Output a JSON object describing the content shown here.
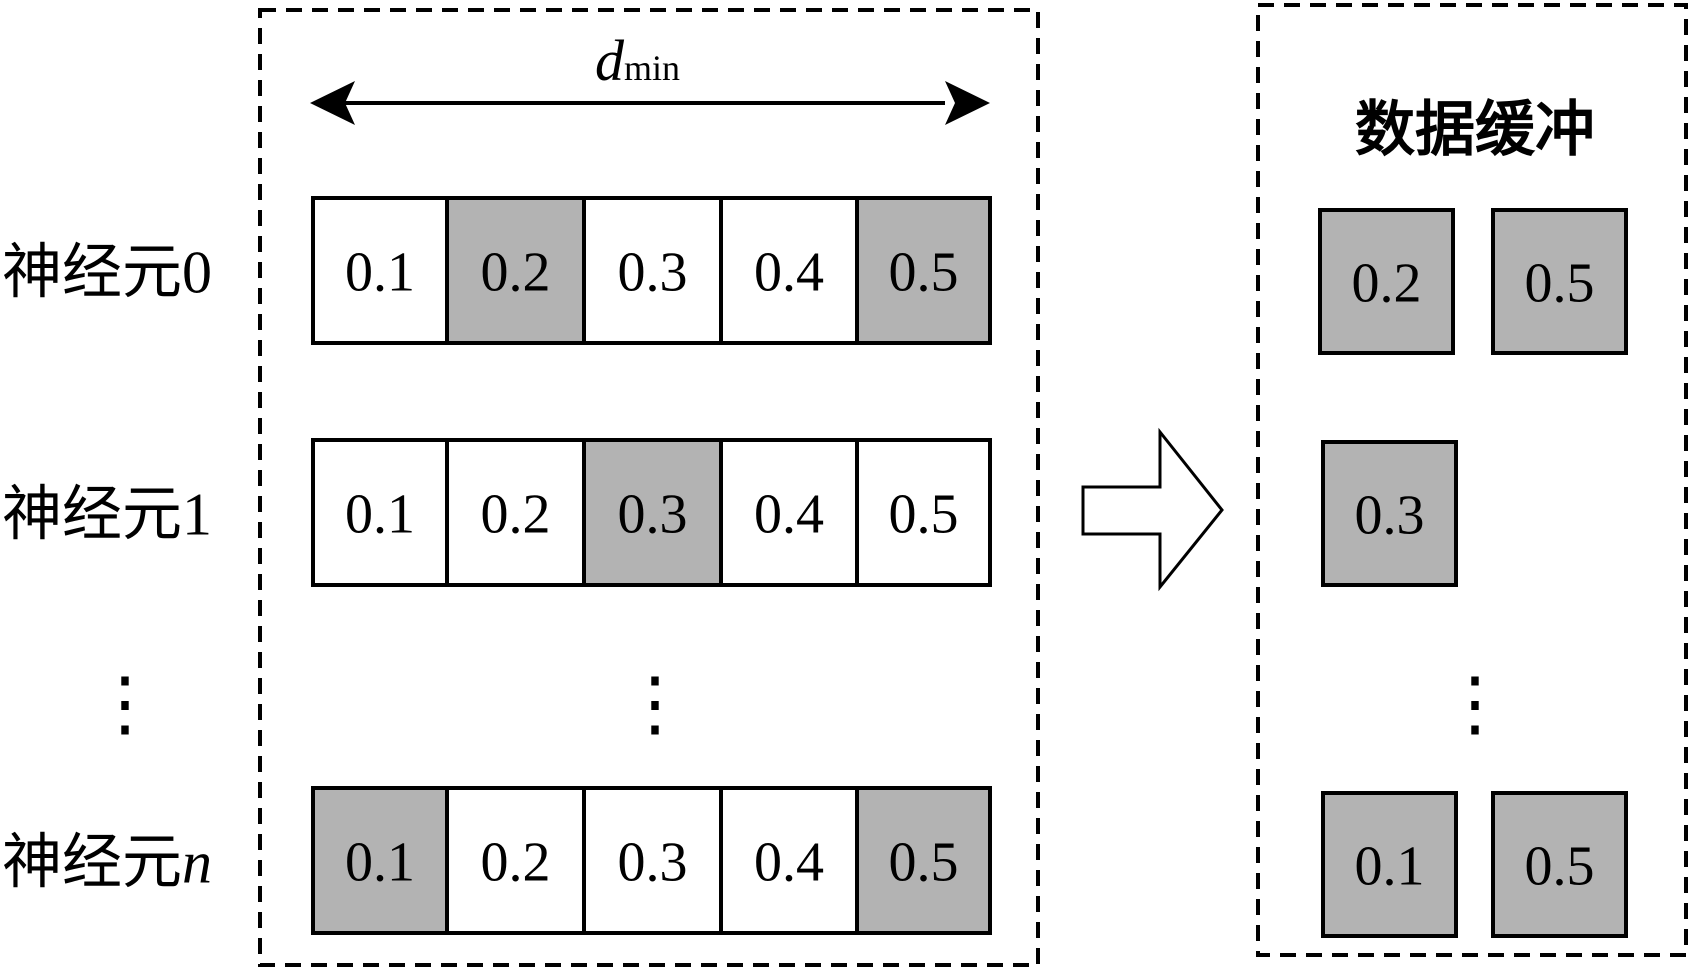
{
  "dmin_label": {
    "base": "d",
    "sub": "min"
  },
  "neurons": [
    {
      "label": "神经元",
      "index": "0",
      "index_italic": false,
      "cells": [
        {
          "value": "0.1",
          "highlighted": false
        },
        {
          "value": "0.2",
          "highlighted": true
        },
        {
          "value": "0.3",
          "highlighted": false
        },
        {
          "value": "0.4",
          "highlighted": false
        },
        {
          "value": "0.5",
          "highlighted": true
        }
      ]
    },
    {
      "label": "神经元",
      "index": "1",
      "index_italic": false,
      "cells": [
        {
          "value": "0.1",
          "highlighted": false
        },
        {
          "value": "0.2",
          "highlighted": false
        },
        {
          "value": "0.3",
          "highlighted": true
        },
        {
          "value": "0.4",
          "highlighted": false
        },
        {
          "value": "0.5",
          "highlighted": false
        }
      ]
    },
    {
      "label": "神经元",
      "index": "n",
      "index_italic": true,
      "cells": [
        {
          "value": "0.1",
          "highlighted": true
        },
        {
          "value": "0.2",
          "highlighted": false
        },
        {
          "value": "0.3",
          "highlighted": false
        },
        {
          "value": "0.4",
          "highlighted": false
        },
        {
          "value": "0.5",
          "highlighted": true
        }
      ]
    }
  ],
  "buffer": {
    "title": "数据缓冲",
    "rows": [
      [
        "0.2",
        "0.5"
      ],
      [
        "0.3"
      ],
      [
        "0.1",
        "0.5"
      ]
    ]
  },
  "ellipsis": "⋮",
  "colors": {
    "highlight": "#b3b3b3",
    "stroke": "#000000",
    "background": "#ffffff"
  }
}
